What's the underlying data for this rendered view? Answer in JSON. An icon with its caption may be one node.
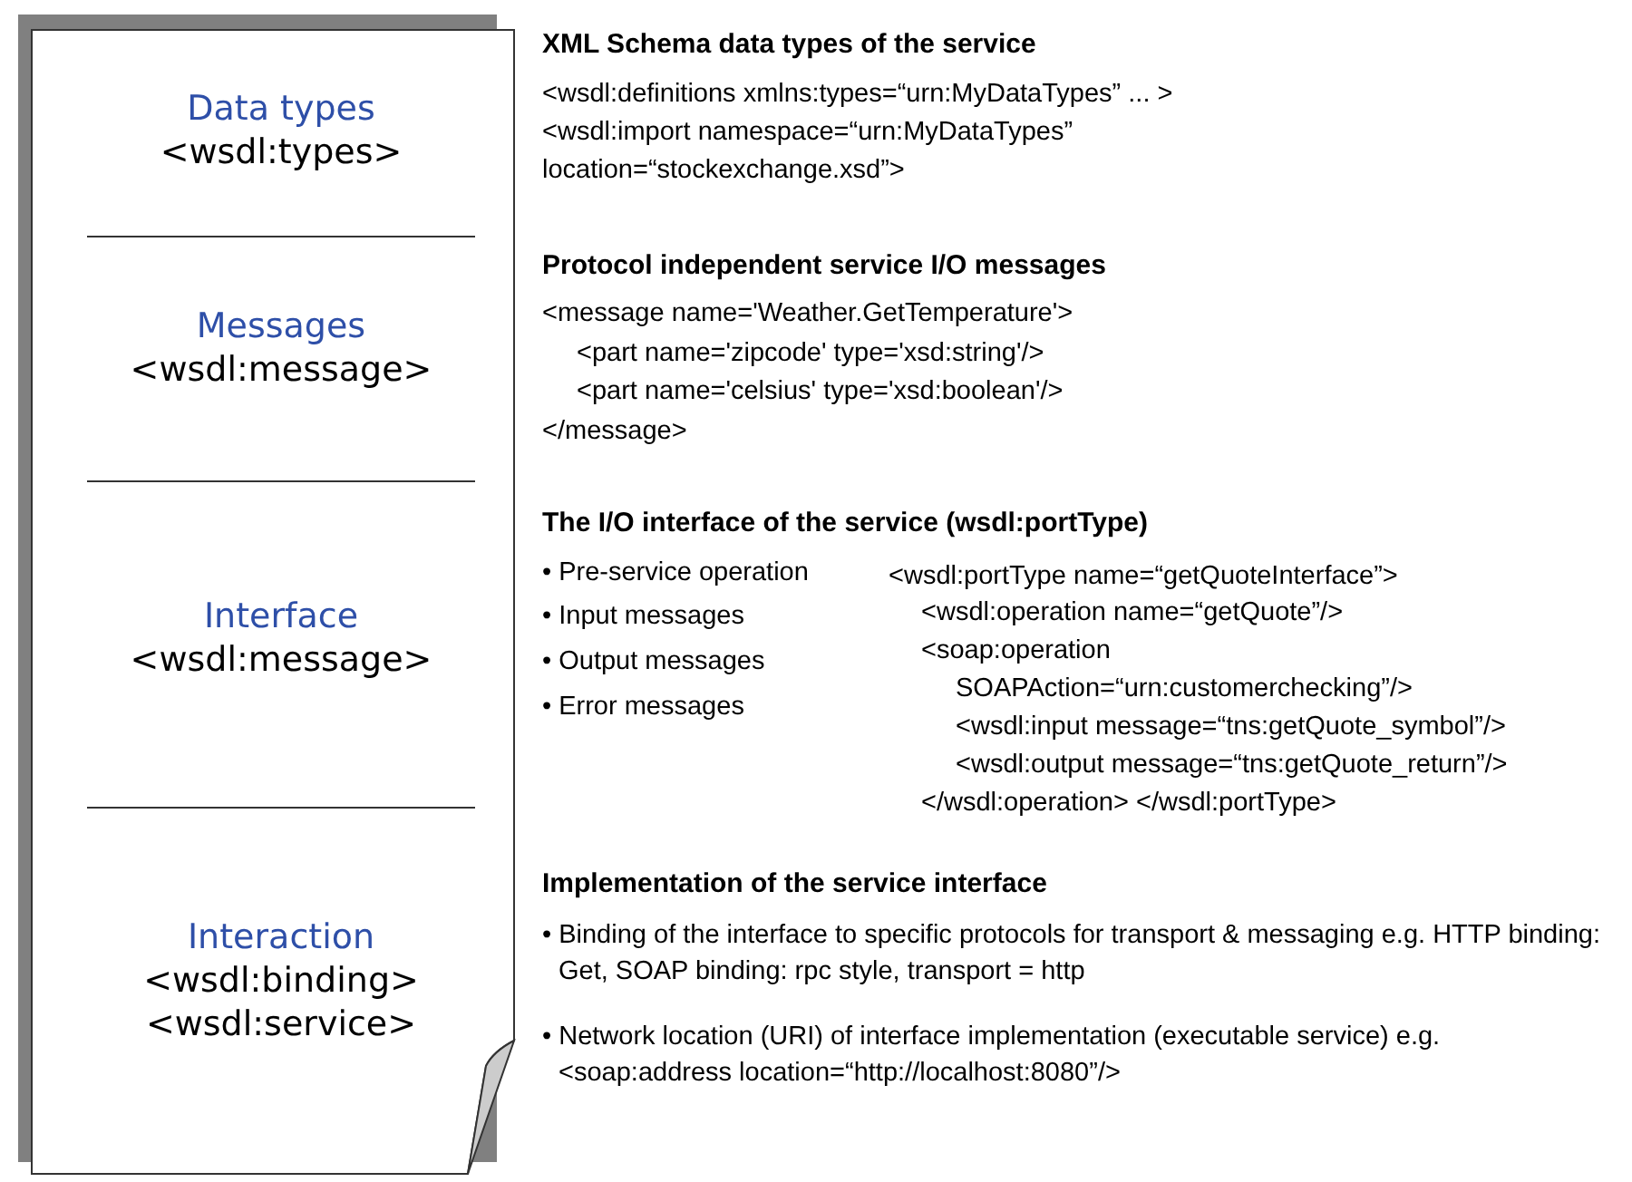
{
  "diagram": {
    "nodes": [
      {
        "text": [],
        "shape": "document"
      },
      {
        "text": [
          "Data types",
          "<wsdl:types>"
        ],
        "in": 0
      },
      {
        "text": [
          "Messages",
          "<wsdl:message>"
        ],
        "in": 0
      },
      {
        "text": [
          "Interface",
          "<wsdl:message>"
        ],
        "in": 0
      },
      {
        "text": [
          "Interaction",
          "<wsdl:binding>",
          "<wsdl:service>"
        ],
        "in": 0
      }
    ],
    "edges": [],
    "labels": [
      "XML Schema data types of the service",
      "<wsdl:definitions xmlns:types=“urn:MyDataTypes” ... >",
      "<wsdl:import namespace=“urn:MyDataTypes”",
      "location=“stockexchange.xsd”>",
      "Protocol independent service I/O messages",
      "<message name='Weather.GetTemperature'>",
      "<part name='zipcode' type='xsd:string'/>",
      "<part name='celsius' type='xsd:boolean'/>",
      "</message>",
      "The I/O interface of the service (wsdl:portType)",
      "• Pre-service operation",
      "• Input messages",
      "• Output messages",
      "• Error messages",
      "<wsdl:portType name=“getQuoteInterface”>",
      "<wsdl:operation name=“getQuote”/>",
      "<soap:operation",
      "SOAPAction=“urn:customerchecking”/>",
      "<wsdl:input message=“tns:getQuote_symbol”/>",
      "<wsdl:output message=“tns:getQuote_return”/>",
      "</wsdl:operation> </wsdl:portType>",
      "Implementation of the service interface",
      "• Binding of the interface to specific protocols for transport & messaging e.g. HTTP binding: Get, SOAP binding: rpc style, transport = http",
      "• Network location (URI) of interface implementation (executable service) e.g. <soap:address location=“http://localhost:8080”/>"
    ]
  }
}
